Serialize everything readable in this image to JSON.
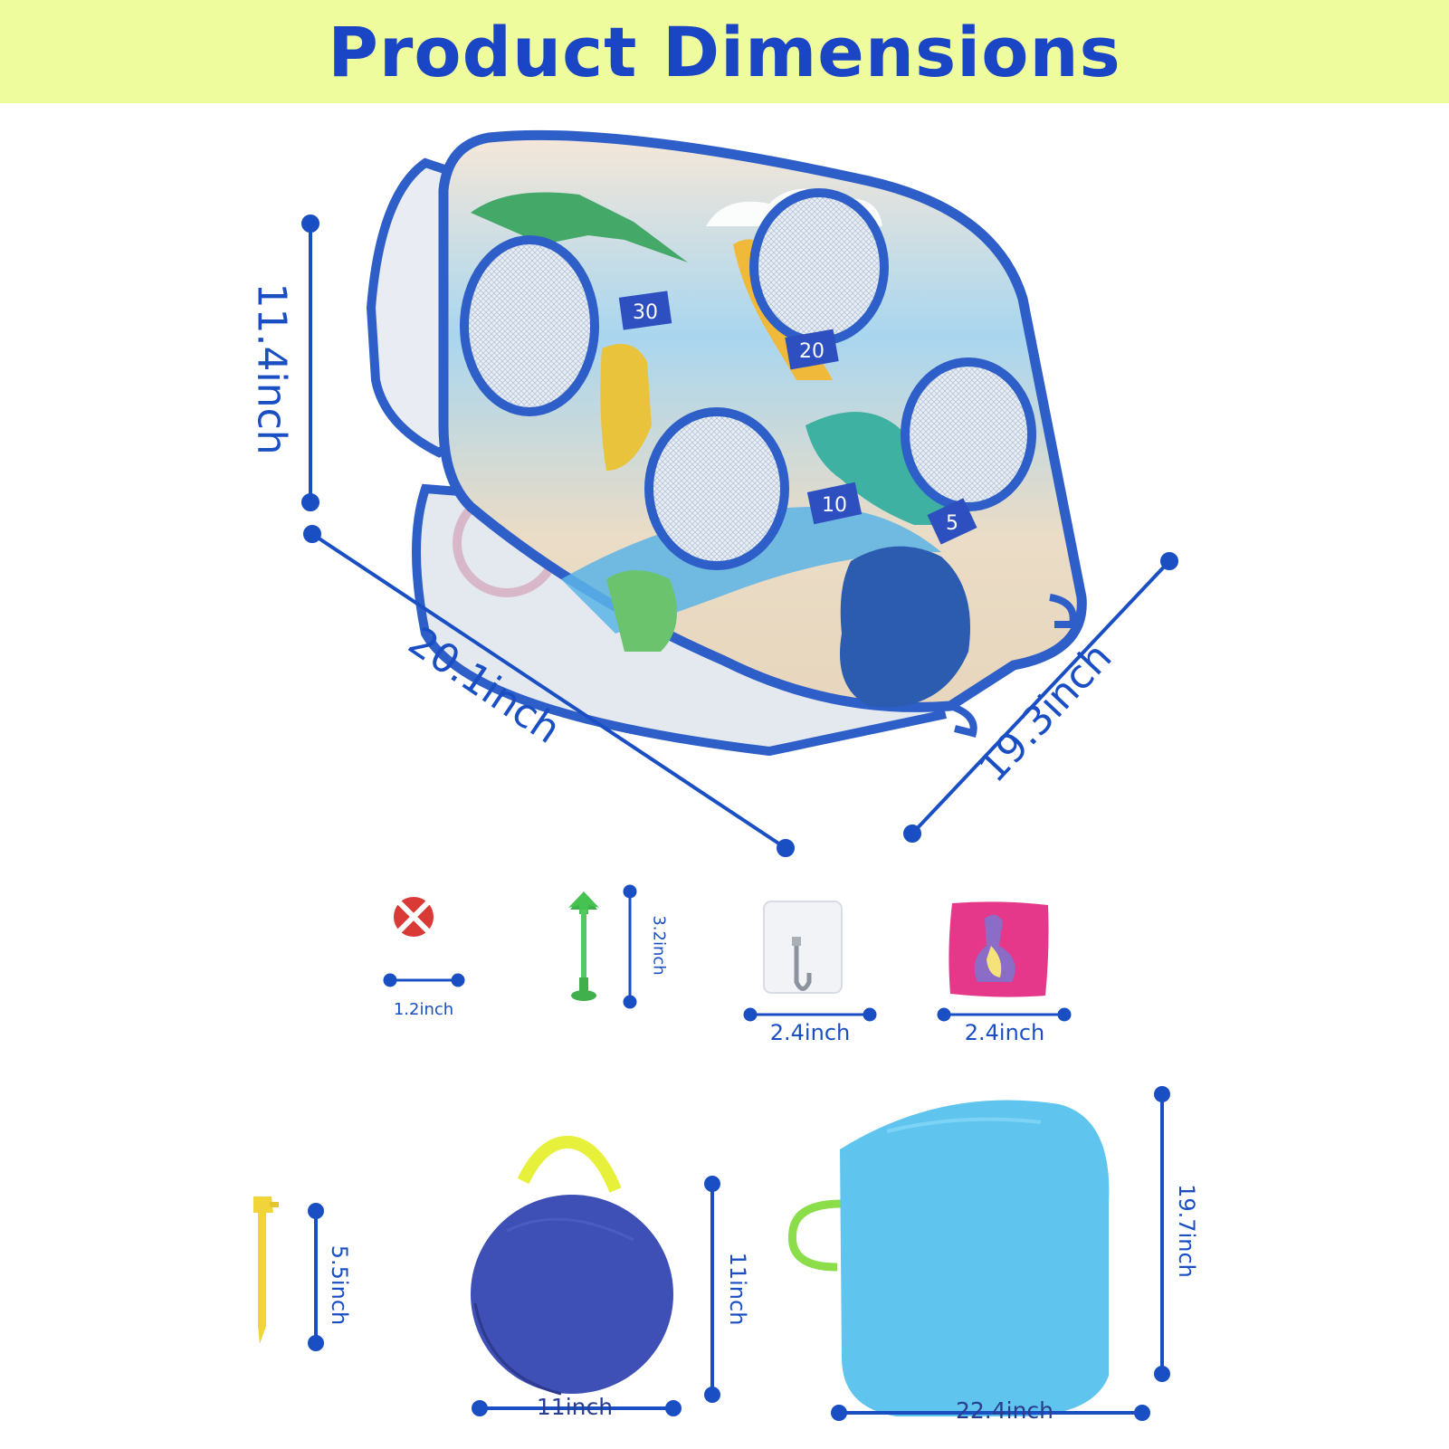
{
  "header": {
    "title": "Product Dimensions"
  },
  "colors": {
    "banner_bg": "#effc9e",
    "title_text": "#1a45c4",
    "dimension_line": "#1a4fc4",
    "frame_blue": "#2e5ec8"
  },
  "target": {
    "height_label": "11.4inch",
    "width_label": "20.1inch",
    "depth_label": "19.3inch",
    "hole_scores": [
      "30",
      "20",
      "10",
      "5"
    ]
  },
  "accessories": [
    {
      "name": "sticky-ball",
      "size_label": "1.2inch"
    },
    {
      "name": "dart",
      "size_label": "3.2inch"
    },
    {
      "name": "adhesive-hook",
      "size_label": "2.4inch"
    },
    {
      "name": "bean-bag",
      "size_label": "2.4inch"
    }
  ],
  "storage": {
    "stake_label": "5.5inch",
    "round_bag_height_label": "11inch",
    "round_bag_width_label": "11inch",
    "folded_height_label": "19.7inch",
    "folded_width_label": "22.4inch"
  }
}
